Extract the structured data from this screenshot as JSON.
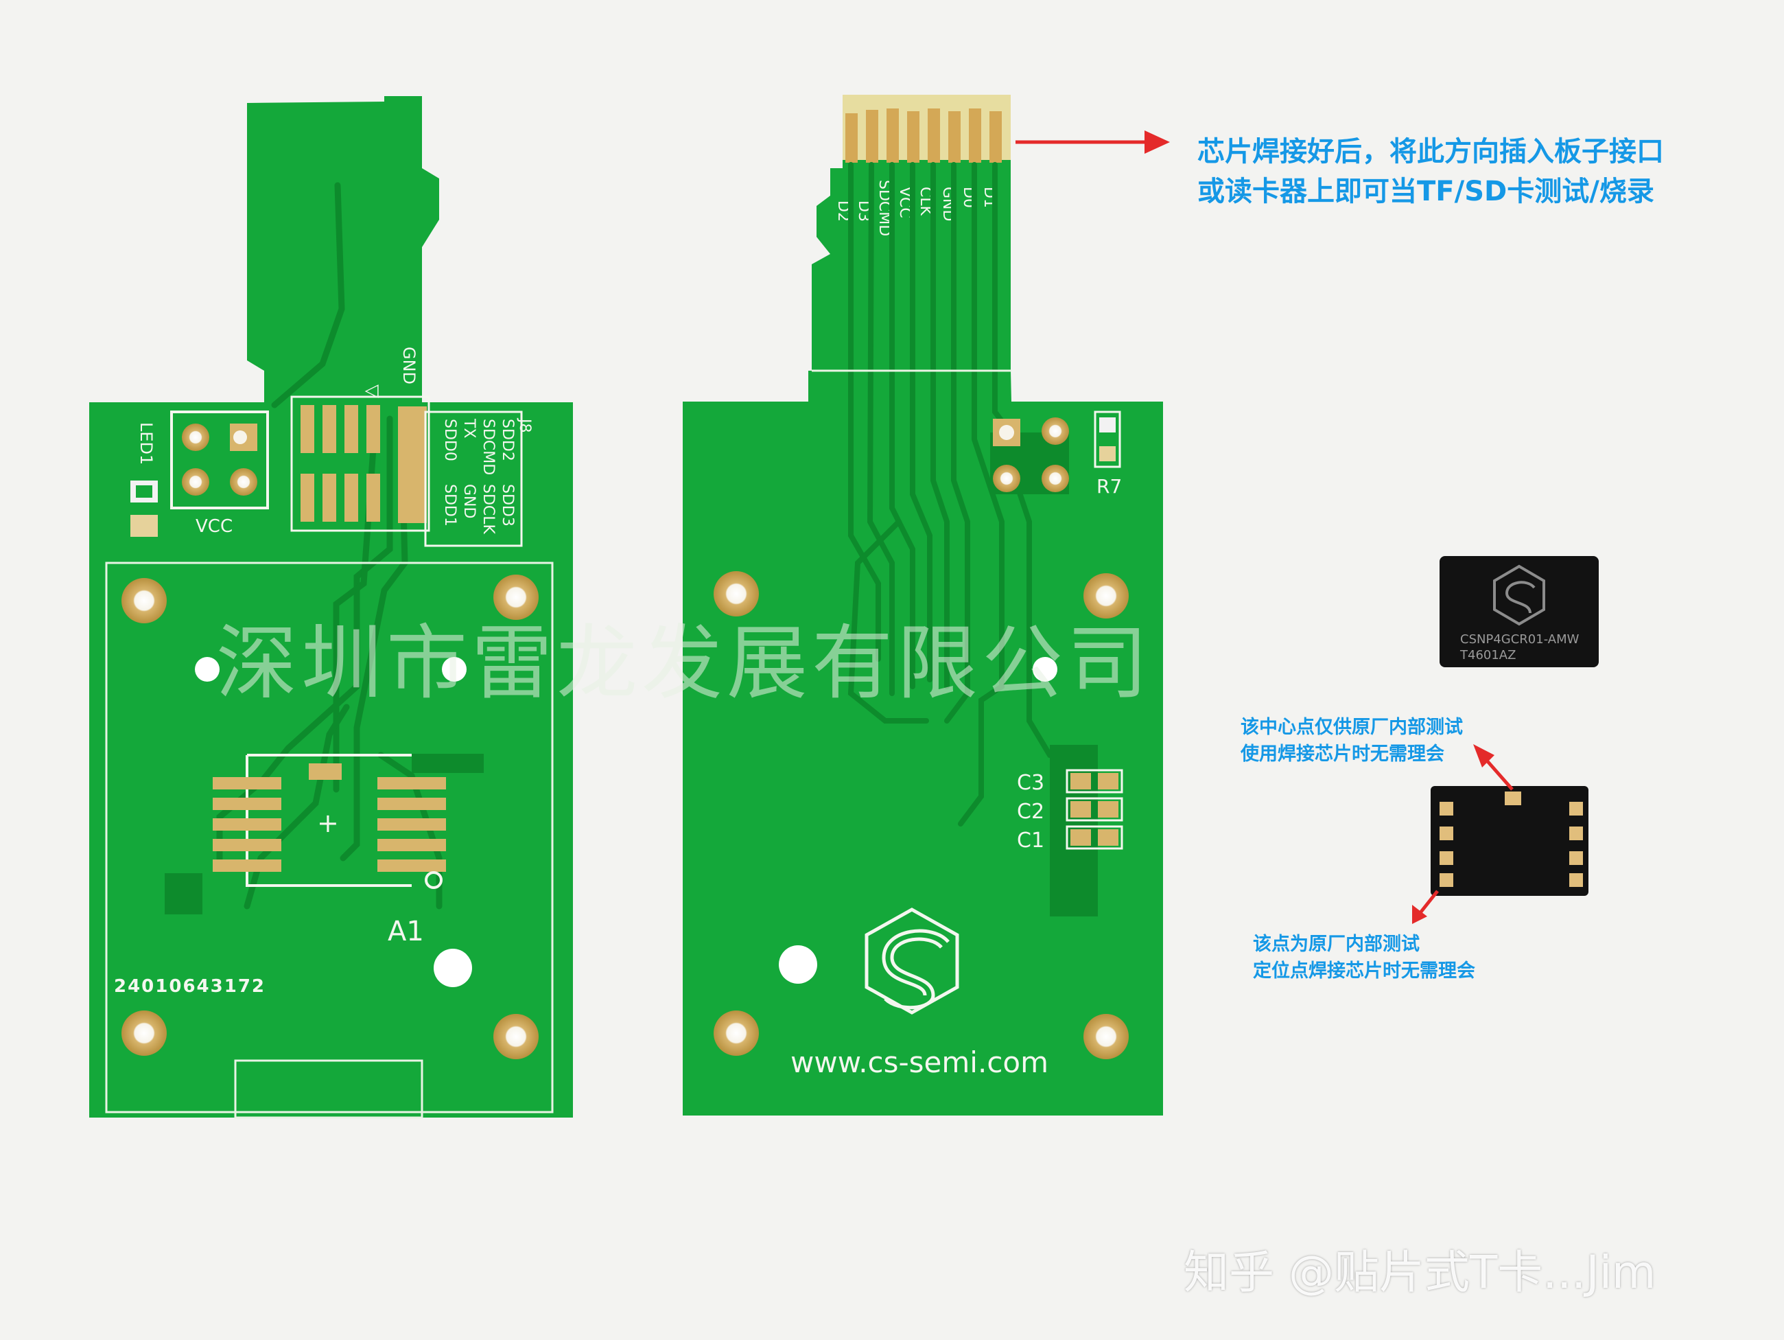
{
  "left_board": {
    "header_label": "J8",
    "header_labels": [
      "SDD2",
      "SDD3",
      "SDCMD",
      "SDCLK",
      "TX",
      "GND",
      "SDD0",
      "SDD1"
    ],
    "gnd_label": "GND",
    "led_label": "LED1",
    "vcc_label": "VCC",
    "plus_label": "+",
    "chip_label": "A1",
    "serial_number": "24010643172"
  },
  "right_board": {
    "finger_labels": [
      "D2",
      "D3",
      "SDCMD",
      "VCC",
      "CLK",
      "GND",
      "D0",
      "D1"
    ],
    "resistor_label": "R7",
    "cap_labels": [
      "C3",
      "C2",
      "C1"
    ],
    "website": "www.cs-semi.com"
  },
  "chip": {
    "marking_line1": "CSNP4GCR01-AMW",
    "marking_line2": "T4601AZ"
  },
  "annotations": {
    "main_line1": "芯片焊接好后，将此方向插入板子接口",
    "main_line2": "或读卡器上即可当TF/SD卡测试/烧录",
    "center_line1": "该中心点仅供原厂内部测试",
    "center_line2": "使用焊接芯片时无需理会",
    "corner_line1": "该点为原厂内部测试",
    "corner_line2": "定位点焊接芯片时无需理会"
  },
  "watermarks": {
    "company": "深圳市雷龙发展有限公司",
    "zhihu": "知乎 @贴片式T卡...Jim"
  },
  "colors": {
    "pcb_green": "#14a83a",
    "pcb_trace": "#0d8b2c",
    "pad_gold": "#d8b56c",
    "silkscreen": "#f4f7ef",
    "arrow_red": "#e42a2a",
    "note_blue": "#1598e6",
    "chip_black": "#121212"
  }
}
